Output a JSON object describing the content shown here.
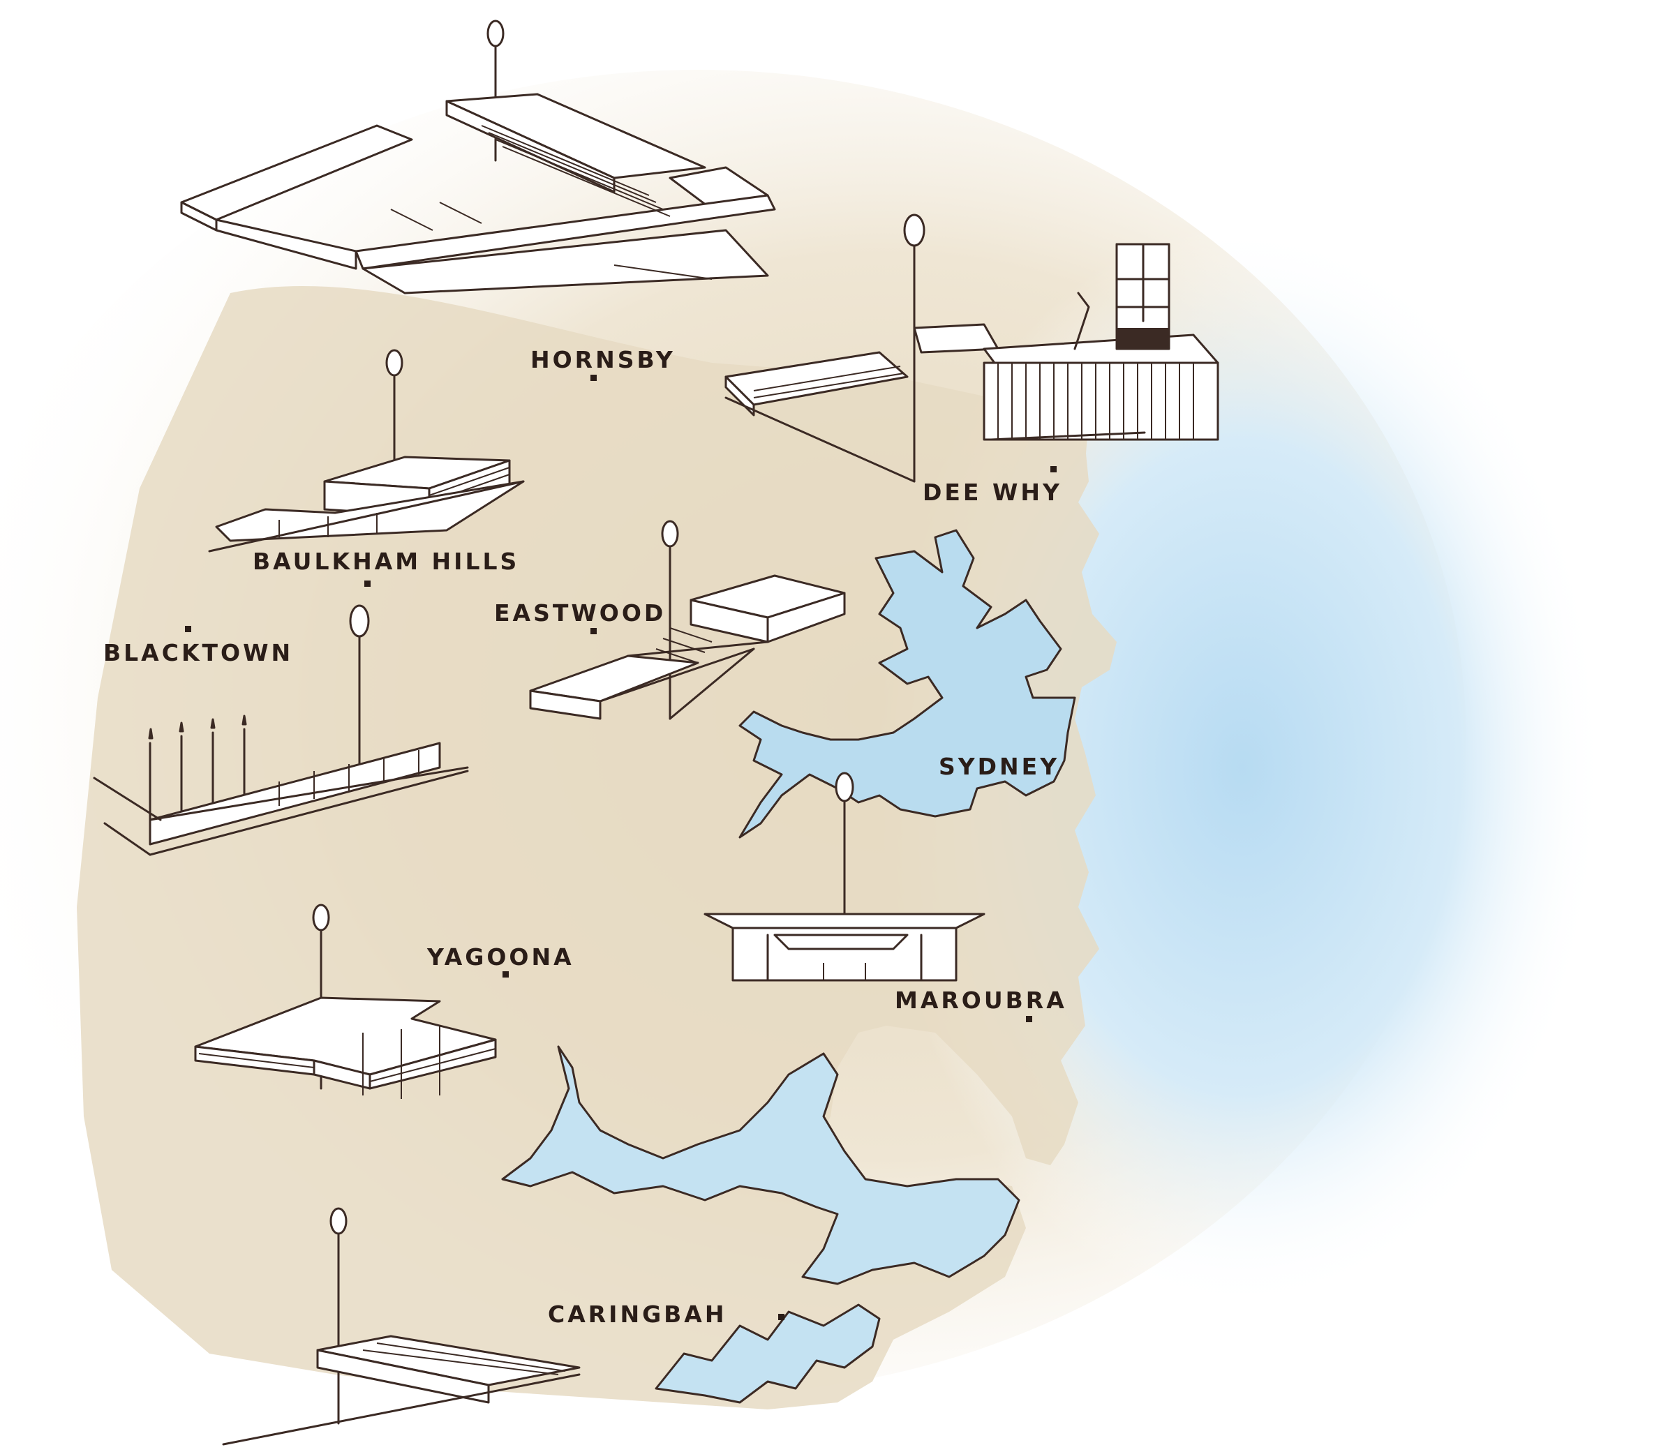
{
  "map": {
    "colors": {
      "land": "#e7dcc6",
      "water": "#b9dcef",
      "ocean_glow": "#c3e0f4",
      "ink": "#3b2a24",
      "label": "#2a1d18"
    },
    "places": [
      {
        "id": "hornsby",
        "label": "HORNSBY"
      },
      {
        "id": "dee-why",
        "label": "DEE WHY"
      },
      {
        "id": "baulkham-hills",
        "label": "BAULKHAM HILLS"
      },
      {
        "id": "blacktown",
        "label": "BLACKTOWN"
      },
      {
        "id": "eastwood",
        "label": "EASTWOOD"
      },
      {
        "id": "sydney",
        "label": "SYDNEY"
      },
      {
        "id": "yagoona",
        "label": "YAGOONA"
      },
      {
        "id": "maroubra",
        "label": "MAROUBRA"
      },
      {
        "id": "caringbah",
        "label": "CARINGBAH"
      }
    ]
  }
}
